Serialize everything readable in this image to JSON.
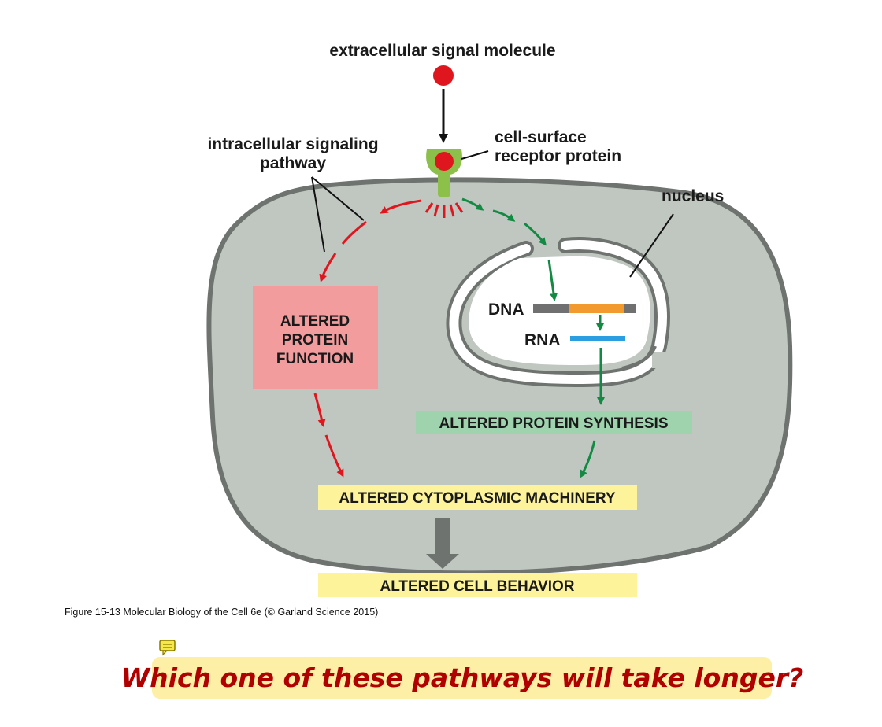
{
  "labels": {
    "signal": "extracellular signal molecule",
    "intracellular_line1": "intracellular signaling",
    "intracellular_line2": "pathway",
    "receptor_line1": "cell-surface",
    "receptor_line2": "receptor protein",
    "nucleus": "nucleus",
    "dna": "DNA",
    "rna": "RNA"
  },
  "boxes": {
    "protein_function_line1": "ALTERED",
    "protein_function_line2": "PROTEIN",
    "protein_function_line3": "FUNCTION",
    "protein_synthesis": "ALTERED PROTEIN SYNTHESIS",
    "cytoplasmic_machinery": "ALTERED CYTOPLASMIC MACHINERY",
    "cell_behavior": "ALTERED CELL BEHAVIOR"
  },
  "caption": "Figure 15-13  Molecular Biology of the Cell 6e (© Garland Science 2015)",
  "question": "Which one of these pathways will take longer?",
  "icons": [
    "comment-icon"
  ],
  "colors": {
    "cell": "#c0c7c1",
    "cell_border": "#6f7370",
    "signal_molecule": "#e0161e",
    "receptor": "#8cc04b",
    "fast_pathway": "#e0161e",
    "slow_pathway": "#128a43",
    "protein_function_box": "#f29c9e",
    "protein_synthesis_box": "#9fd3ad",
    "yellow_box": "#fdf39b",
    "dna": "#707070",
    "dna_gene": "#f39a2e",
    "rna": "#2a9ee0",
    "question_text": "#b00000",
    "question_bg": "#fdf0a6"
  }
}
